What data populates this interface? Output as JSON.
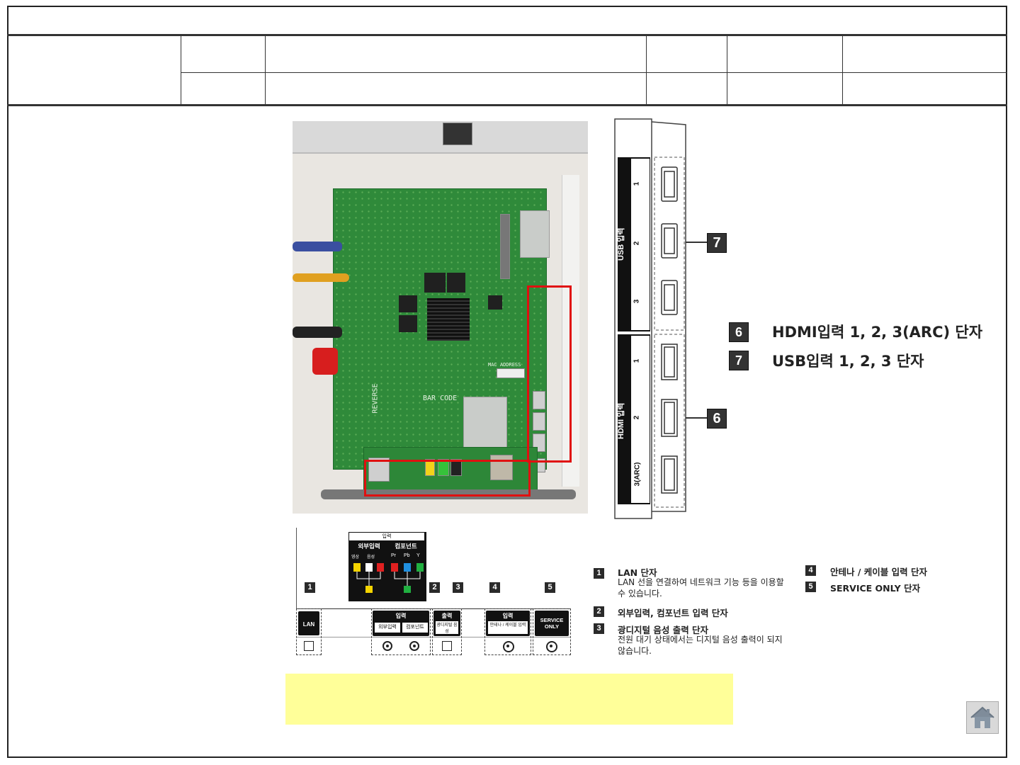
{
  "header": {
    "title": "",
    "cells": [
      "",
      "",
      "",
      "",
      "",
      "",
      "",
      "",
      "",
      "",
      ""
    ]
  },
  "photo": {
    "silk_reverse": "REVERSE",
    "silk_barcode": "BAR CODE",
    "silk_mac": "MAC ADDRESS"
  },
  "side_panel": {
    "usb_label": "USB 입력",
    "hdmi_label": "HDMI 입력",
    "usb_ports": [
      "1",
      "2",
      "3"
    ],
    "hdmi_ports": [
      "1",
      "2",
      "3(ARC)"
    ],
    "tag_usb": "7",
    "tag_hdmi": "6"
  },
  "legend": [
    {
      "num": "6",
      "text": "HDMI입력 1, 2, 3(ARC) 단자"
    },
    {
      "num": "7",
      "text": "USB입력 1, 2, 3 단자"
    }
  ],
  "rear_panel": {
    "top_header": "입력",
    "top_sub": [
      "외부입력",
      "컴포넌트"
    ],
    "top_ch": [
      "영상",
      "음성",
      "Pr",
      "Pb",
      "Y"
    ],
    "badges": [
      "1",
      "2",
      "3",
      "4",
      "5"
    ],
    "lan": "LAN",
    "input_header": "입력",
    "input_sub": [
      "외부입력",
      "컴포넌트"
    ],
    "output_header": "출력",
    "output_sub": "광디지털 음성",
    "antenna_header": "입력",
    "antenna_sub": "안테나 / 케이블 입력",
    "service": "SERVICE ONLY"
  },
  "descriptions": [
    {
      "num": "1",
      "title": "LAN 단자",
      "body": "LAN 선을 연결하여 네트워크 기능 등을 이용할 수 있습니다."
    },
    {
      "num": "2",
      "title": "외부입력, 컴포넌트 입력 단자",
      "body": ""
    },
    {
      "num": "3",
      "title": "광디지털 음성 출력 단자",
      "body": "전원 대기 상태에서는 디지털 음성 출력이 되지 않습니다."
    },
    {
      "num": "4",
      "title": "안테나 / 케이블 입력 단자",
      "body": ""
    },
    {
      "num": "5",
      "title": "SERVICE ONLY 단자",
      "body": ""
    }
  ],
  "home_icon": "home-icon"
}
